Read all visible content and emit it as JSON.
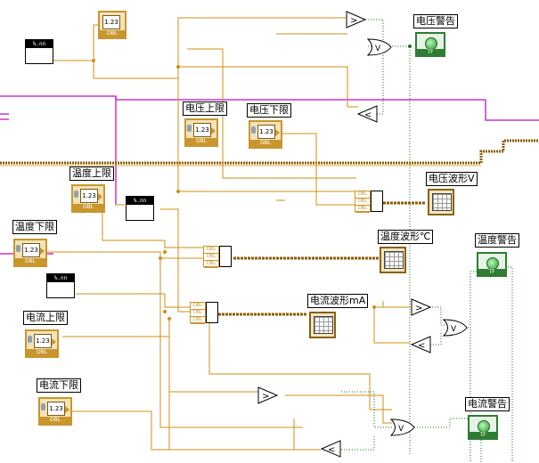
{
  "labels": {
    "voltage_warning": "电压警告",
    "voltage_upper": "电压上限",
    "voltage_lower": "电压下限",
    "temp_upper": "温度上限",
    "temp_lower": "温度下限",
    "voltage_wave": "电压波形V",
    "temp_wave": "温度波形℃",
    "temp_warning": "温度警告",
    "current_upper": "电流上限",
    "current_wave": "电流波形mA",
    "current_lower": "电流下限",
    "current_warning": "电流警告"
  },
  "terminals": {
    "num_display": "1.23",
    "dbl_tag": "DBL",
    "tf_tag": "TF",
    "format_text": "%.nn",
    "bundle_row": "DBL"
  },
  "gates": {
    "greater": ">",
    "less": "<",
    "or": "V"
  },
  "colors": {
    "orange_wire": "#d18f16",
    "pink_wire": "#cc33cc",
    "maroon_wire": "#8b1a1a",
    "green_wire": "#2e8b2e",
    "bool_wire": "#1a7a1a"
  }
}
